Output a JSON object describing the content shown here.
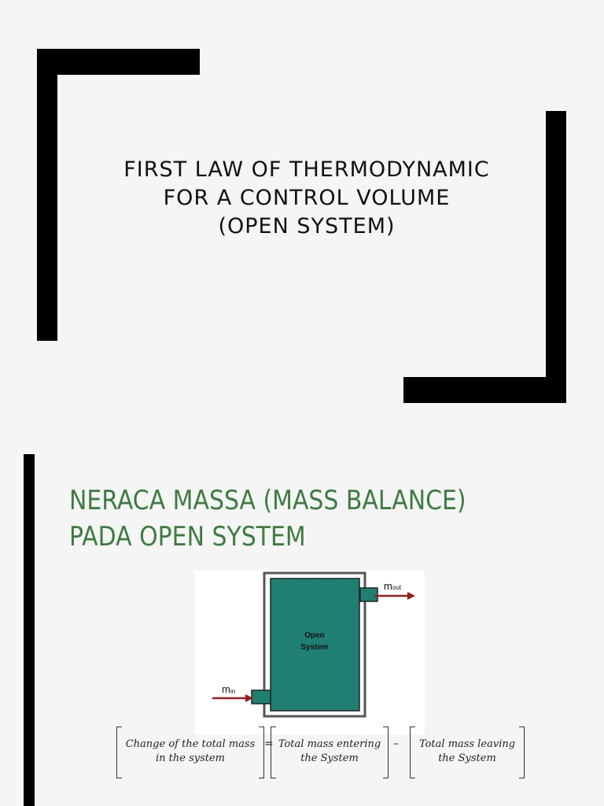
{
  "slide1": {
    "title": "FIRST LAW OF THERMODYNAMIC\nFOR A CONTROL VOLUME\n(OPEN SYSTEM)"
  },
  "slide2": {
    "heading": "NERACA MASSA (MASS BALANCE)\nPADA OPEN SYSTEM",
    "heading_color": "#3c7d3f",
    "diagram": {
      "box_label_line1": "Open",
      "box_label_line2": "System",
      "m_in": "m",
      "m_in_sub": "in",
      "m_out": "m",
      "m_out_sub": "out",
      "box_color": "#1f7f73",
      "arrow_color": "#9b1c1c"
    },
    "equation": {
      "term1": "Change of the total mass\nin the system",
      "equals": "=",
      "term2": "Total mass entering\nthe System",
      "minus": "–",
      "term3": "Total mass leaving\nthe System"
    }
  }
}
